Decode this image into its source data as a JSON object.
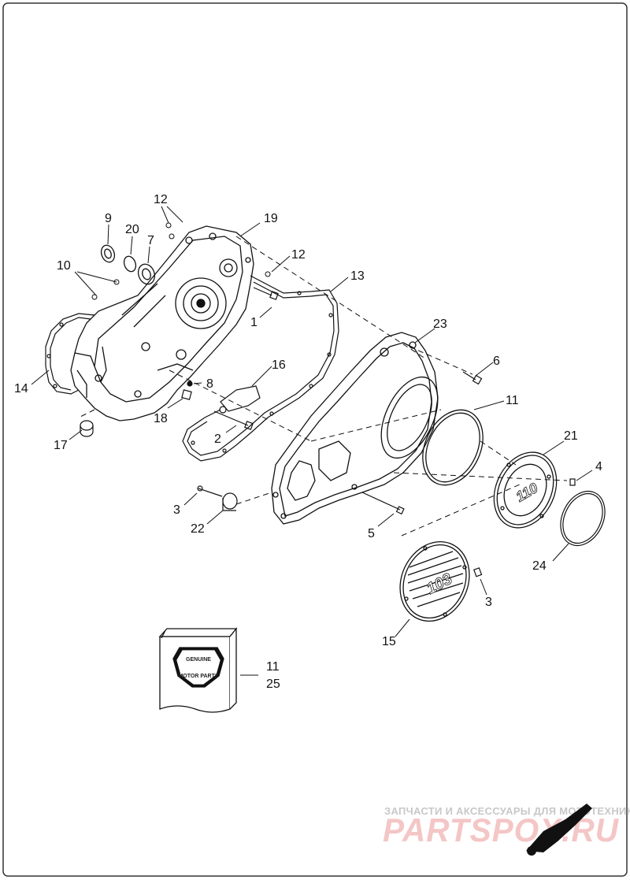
{
  "callouts": [
    {
      "id": "c12a",
      "text": "12"
    },
    {
      "id": "c19",
      "text": "19"
    },
    {
      "id": "c9",
      "text": "9"
    },
    {
      "id": "c20",
      "text": "20"
    },
    {
      "id": "c7",
      "text": "7"
    },
    {
      "id": "c12b",
      "text": "12"
    },
    {
      "id": "c10",
      "text": "10"
    },
    {
      "id": "c13",
      "text": "13"
    },
    {
      "id": "c1",
      "text": "1"
    },
    {
      "id": "c23",
      "text": "23"
    },
    {
      "id": "c14",
      "text": "14"
    },
    {
      "id": "c16",
      "text": "16"
    },
    {
      "id": "c6",
      "text": "6"
    },
    {
      "id": "c8",
      "text": "8"
    },
    {
      "id": "c18",
      "text": "18"
    },
    {
      "id": "c11a",
      "text": "11"
    },
    {
      "id": "c2",
      "text": "2"
    },
    {
      "id": "c17",
      "text": "17"
    },
    {
      "id": "c21",
      "text": "21"
    },
    {
      "id": "c4",
      "text": "4"
    },
    {
      "id": "c3a",
      "text": "3"
    },
    {
      "id": "c22",
      "text": "22"
    },
    {
      "id": "c5",
      "text": "5"
    },
    {
      "id": "c24",
      "text": "24"
    },
    {
      "id": "c3b",
      "text": "3"
    },
    {
      "id": "c15",
      "text": "15"
    },
    {
      "id": "c11b",
      "text": "11"
    },
    {
      "id": "c25",
      "text": "25"
    }
  ],
  "kit_logo": {
    "line1": "GENUINE",
    "line2": "MOTOR PARTS"
  },
  "cover_badges": {
    "upper": "110",
    "lower": "103"
  },
  "watermark": {
    "russian_line": "ЗАПЧАСТИ И АКСЕССУАРЫ ДЛЯ МОТОТЕХНИКИ",
    "brand": "PARTSPOX.RU"
  },
  "colors": {
    "line": "#111111",
    "frame": "#333333",
    "watermark_brand": "#f4c6c6",
    "watermark_text": "#c8c8c8"
  }
}
